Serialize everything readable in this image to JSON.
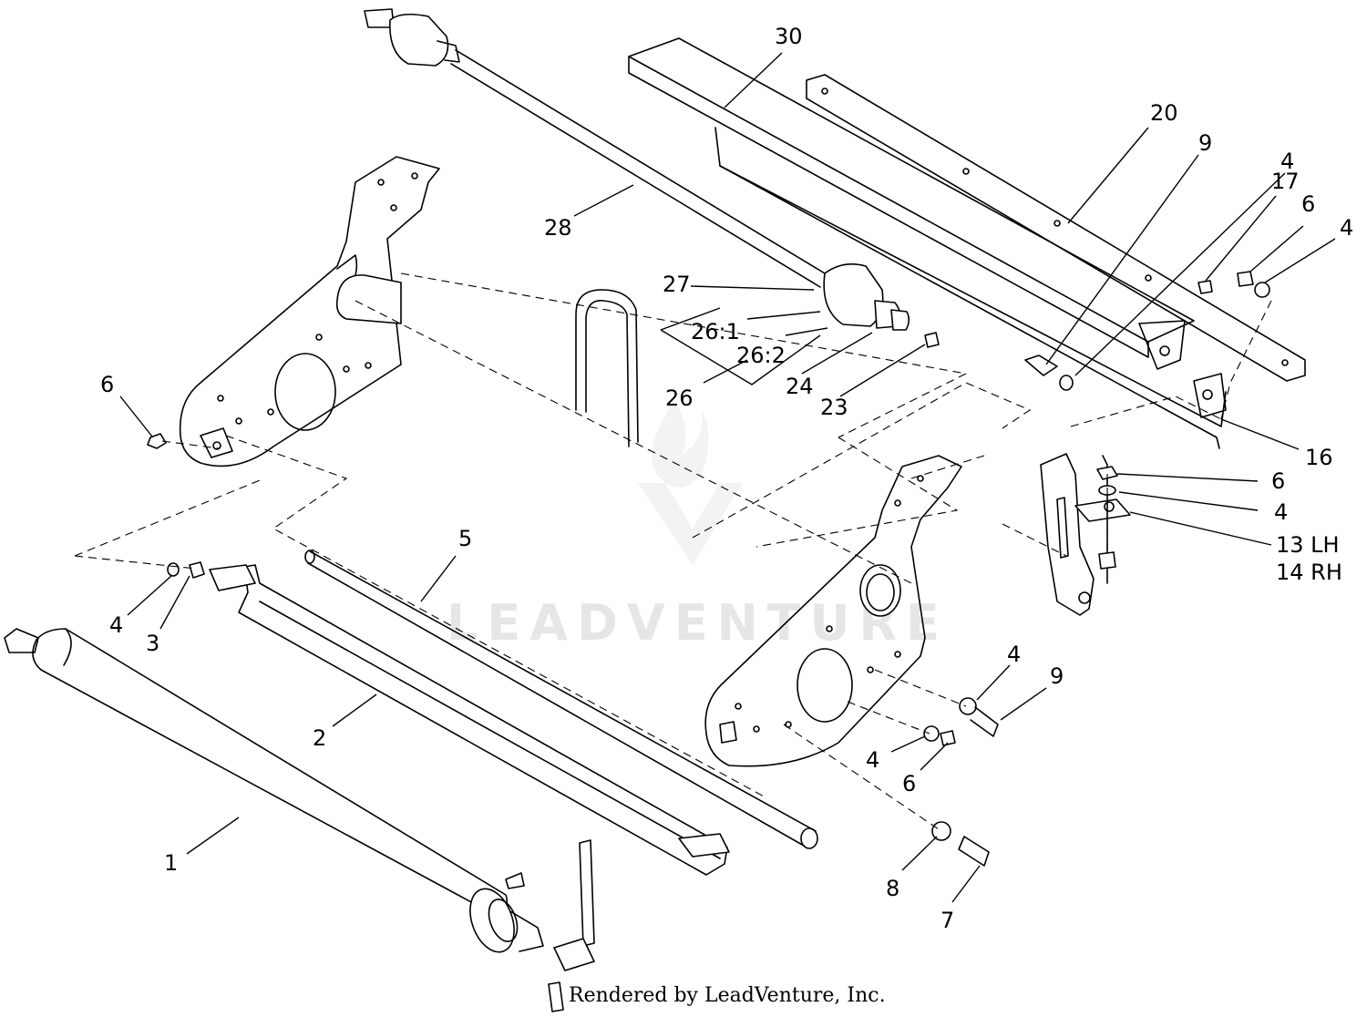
{
  "diagram": {
    "callouts": {
      "c1": "1",
      "c2": "2",
      "c3": "3",
      "c4a": "4",
      "c4b": "4",
      "c4c": "4",
      "c4d": "4",
      "c4e": "4",
      "c5": "5",
      "c6a": "6",
      "c6b": "6",
      "c6c": "6",
      "c6d": "6",
      "c7": "7",
      "c8": "8",
      "c9a": "9",
      "c9b": "9",
      "c13": "13 LH",
      "c14": "14 RH",
      "c16": "16",
      "c17": "17",
      "c20": "20",
      "c23": "23",
      "c24": "24",
      "c26": "26",
      "c26_1": "26:1",
      "c26_2": "26:2",
      "c27": "27",
      "c28": "28",
      "c30": "30"
    },
    "watermark": "LEADVENTURE",
    "credit": "Rendered by LeadVenture, Inc."
  }
}
